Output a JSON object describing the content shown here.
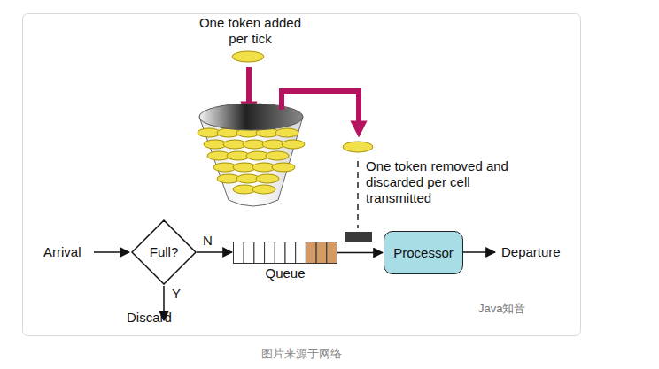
{
  "diagram": {
    "caption": "图片来源于网络",
    "nodes": [
      {
        "text": [
          "Full?"
        ]
      },
      {
        "text": [
          "Queue"
        ]
      },
      {
        "text": [
          "Processor"
        ]
      }
    ],
    "edges": [
      {
        "from": 0,
        "to": 1,
        "label": "N",
        "arrow": "to"
      },
      {
        "from": 1,
        "to": 2,
        "arrow": "to"
      }
    ],
    "labels": [
      "One token added per tick",
      "One token removed and discarded per cell transmitted",
      "Arrival",
      "Discard",
      "Y",
      "Departure",
      "Java知音"
    ]
  }
}
